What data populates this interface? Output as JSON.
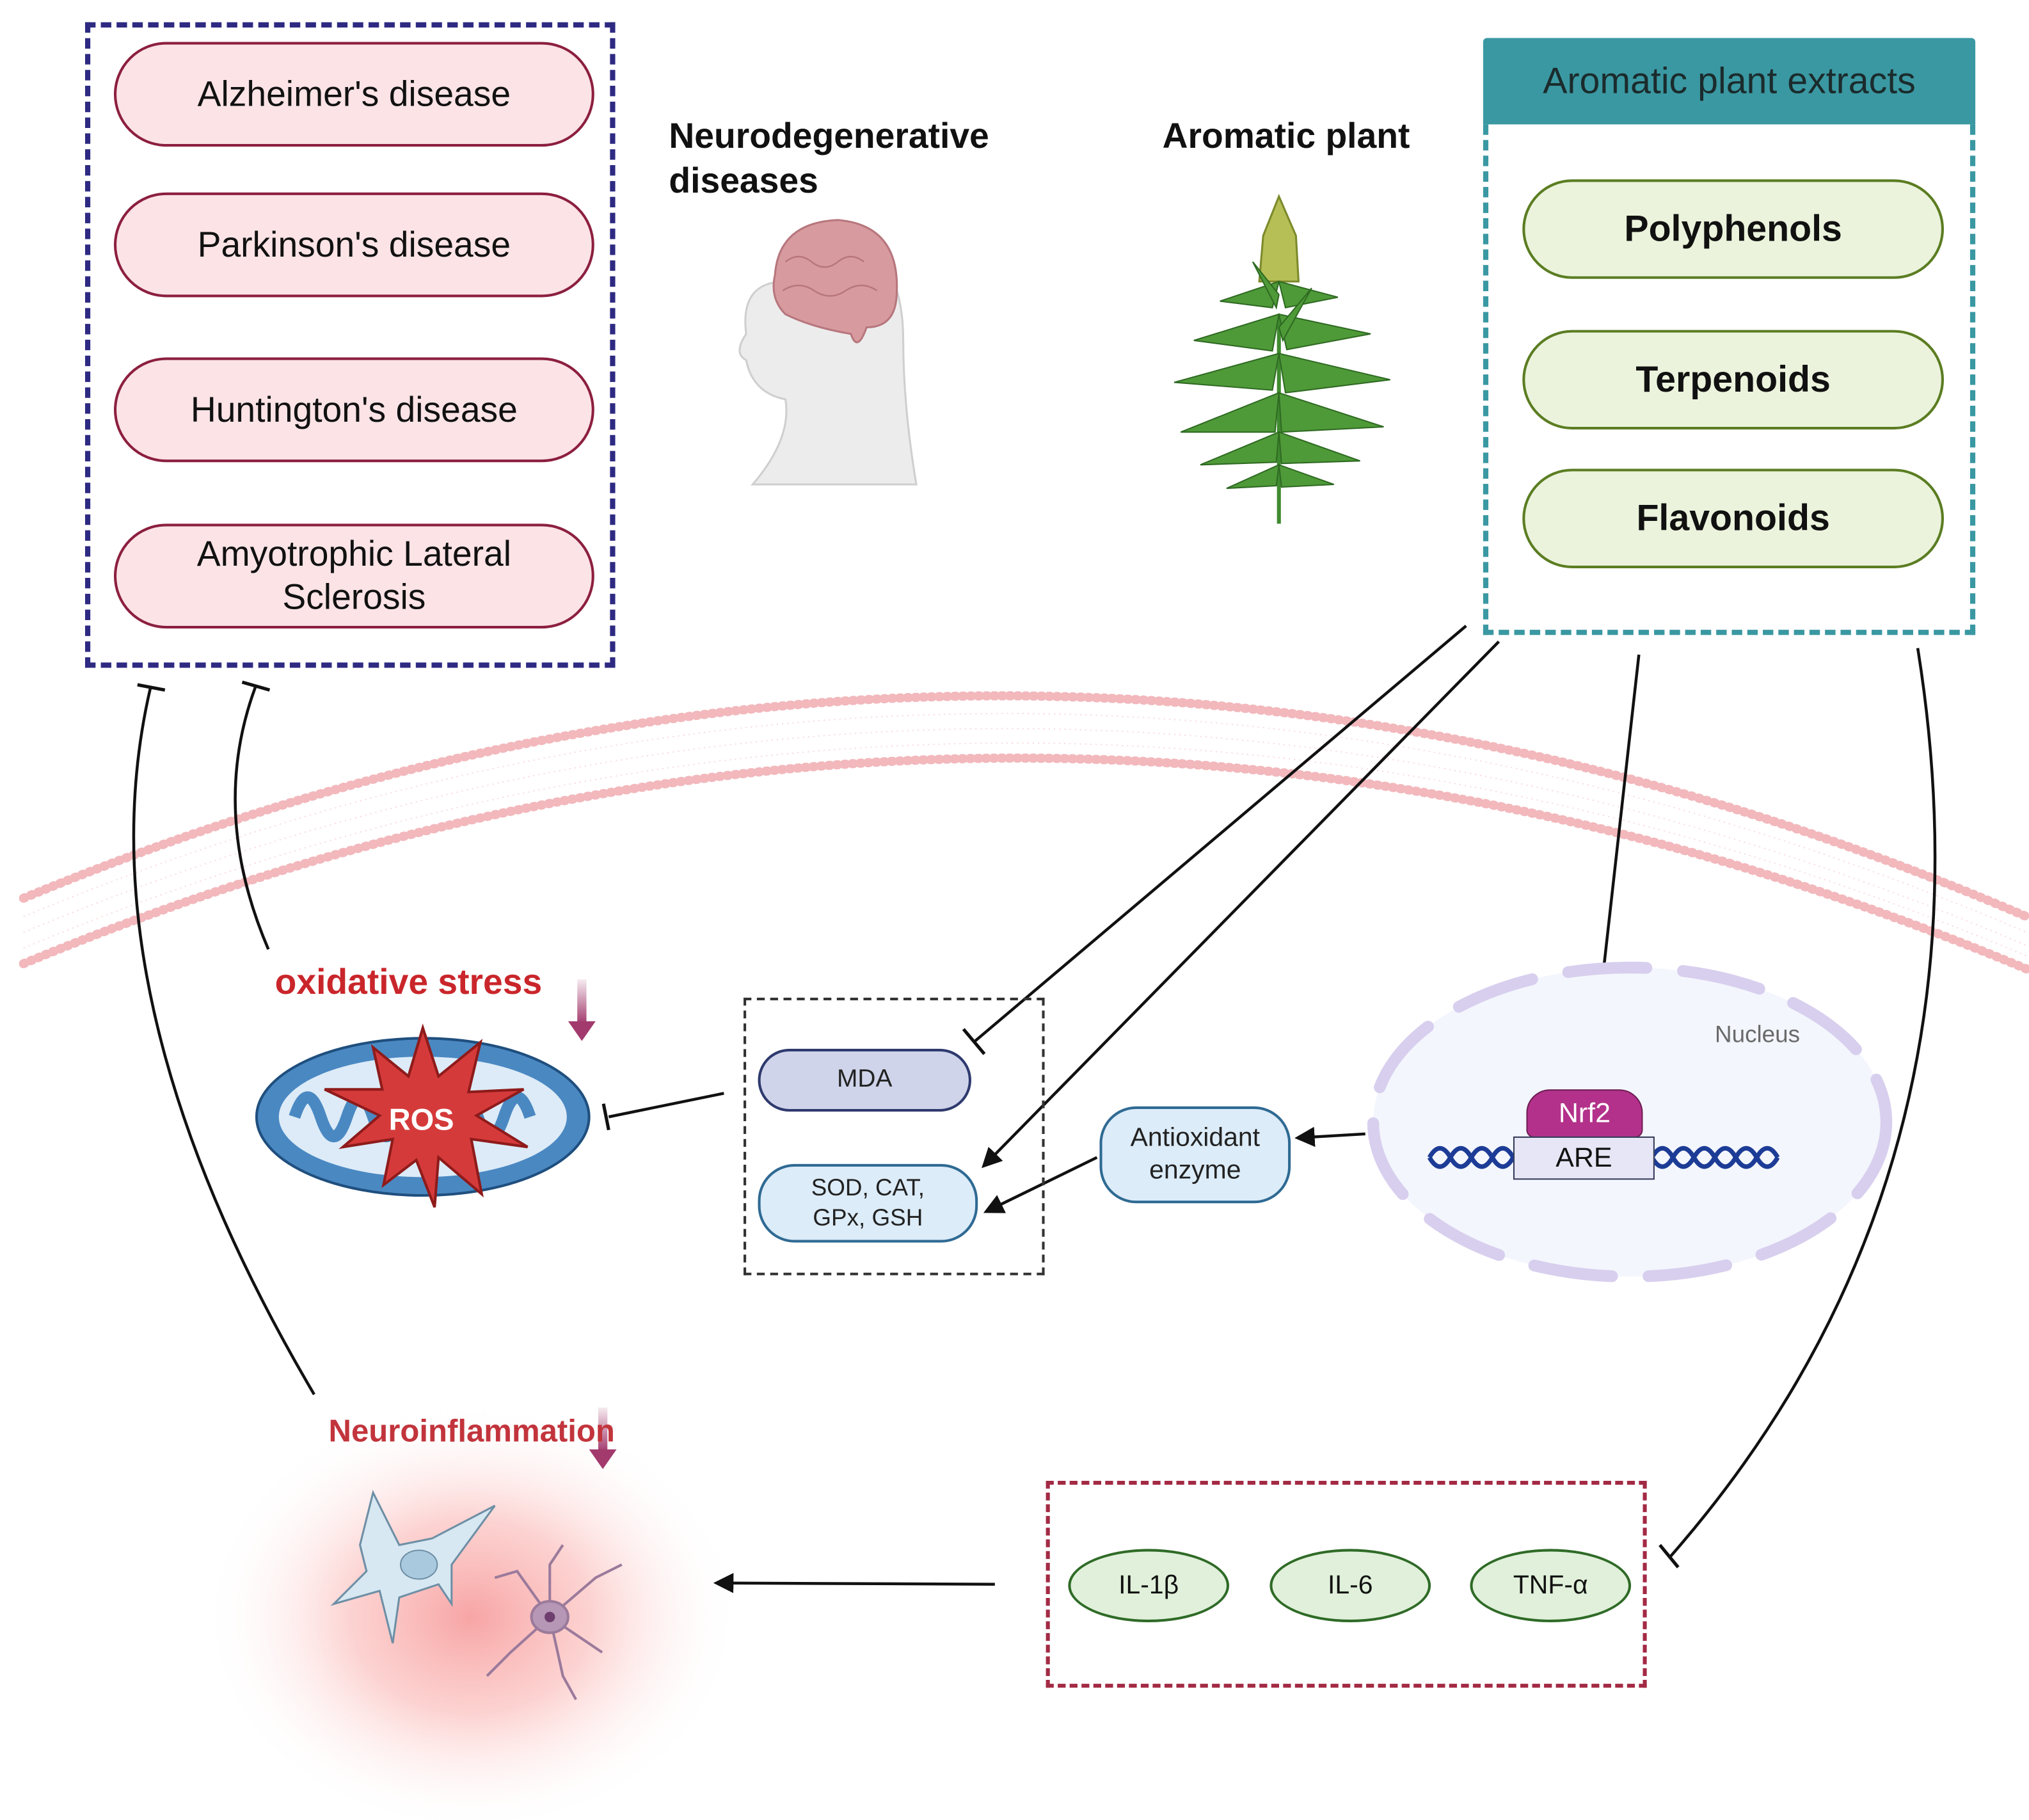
{
  "diseases": {
    "items": [
      {
        "label": "Alzheimer's disease"
      },
      {
        "label": "Parkinson's disease"
      },
      {
        "label": "Huntington's disease"
      },
      {
        "label": "Amyotrophic Lateral Sclerosis"
      }
    ],
    "border_color": "#2e2a82"
  },
  "headings": {
    "neuro": "Neurodegenerative diseases",
    "plant": "Aromatic plant"
  },
  "extracts": {
    "title": "Aromatic plant extracts",
    "items": [
      {
        "label": "Polyphenols"
      },
      {
        "label": "Terpenoids"
      },
      {
        "label": "Flavonoids"
      }
    ],
    "accent_color": "#3a98a2"
  },
  "pathway": {
    "oxidative_stress": "oxidative stress",
    "ros": "ROS",
    "mda": "MDA",
    "antioxidants": "SOD, CAT, GPx, GSH",
    "antioxidant_enzyme": "Antioxidant enzyme",
    "nucleus": "Nucleus",
    "nrf2": "Nrf2",
    "are": "ARE",
    "neuroinflammation": "Neuroinflammation",
    "cytokines": [
      {
        "label": "IL-1β"
      },
      {
        "label": "IL-6"
      },
      {
        "label": "TNF-α"
      }
    ]
  },
  "colors": {
    "stress_red": "#c9262b",
    "membrane_pink": "#f0b7bb",
    "nrf2_magenta": "#b3318a",
    "cytokine_border": "#a32a44"
  }
}
